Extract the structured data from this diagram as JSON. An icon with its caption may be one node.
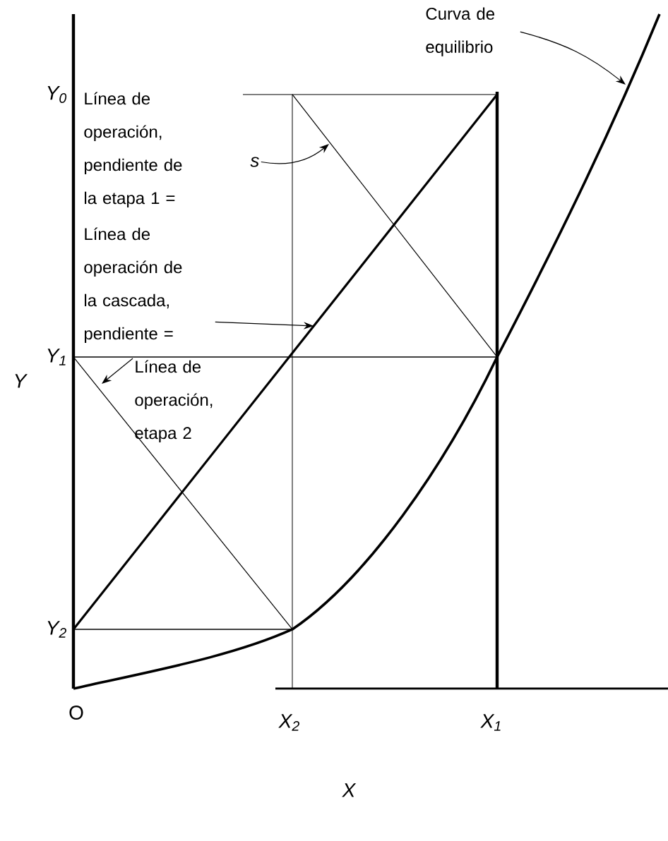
{
  "diagram": {
    "nodes": [
      {
        "text": [
          "Curva de equilibrio"
        ]
      },
      {
        "text": [
          "Línea de operación, pendiente de la etapa 1 ="
        ]
      },
      {
        "text": [
          "s"
        ]
      },
      {
        "text": [
          "Línea de operación de la cascada, pendiente ="
        ]
      },
      {
        "text": [
          "Línea de operación, etapa 2"
        ]
      }
    ],
    "edges": [
      {
        "from": 0,
        "to": null,
        "arrow": "to"
      },
      {
        "from": 2,
        "to": null,
        "arrow": "to"
      },
      {
        "from": 3,
        "to": null,
        "arrow": "to"
      },
      {
        "from": 4,
        "to": null,
        "arrow": "to"
      }
    ],
    "labels": [
      "Y$_{0}$",
      "Y$_{1}$",
      "Y",
      "Y$_{2}$",
      "O",
      "X$_{2}$",
      "X$_{1}$",
      "X"
    ]
  }
}
